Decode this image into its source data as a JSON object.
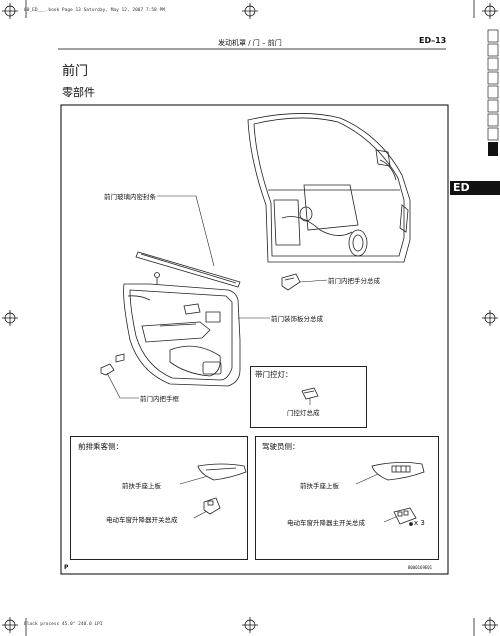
{
  "print_marks": {
    "top_line": "00_ED___.book  Page 13  Saturday, May 12, 2007  7:58 PM",
    "bottom_line": "Black process 45.0°  240.0 LPI"
  },
  "header": {
    "title": "发动机罩 / 门 – 前门",
    "section_code": "ED–13"
  },
  "side_tab": "ED",
  "page": {
    "title": "前门",
    "subtitle": "零部件"
  },
  "diagram": {
    "labels": {
      "glass_seal": "前门玻璃内密封条",
      "inner_handle_assy": "前门内把手分总成",
      "trim_board": "前门装饰板分总成",
      "inner_handle_bezel": "前门内把手框"
    },
    "courtesy_box": {
      "title": "带门控灯：",
      "part": "门控灯总成"
    },
    "passenger_box": {
      "title": "前排乘客侧：",
      "armrest": "前扶手座上板",
      "switch": "电动车窗升降器开关总成"
    },
    "driver_box": {
      "title": "驾驶员侧：",
      "armrest": "前扶手座上板",
      "switch": "电动车窗升降器主开关总成",
      "qty": "x 3"
    },
    "footer_left": "P",
    "figure_id": "B000169E01"
  }
}
